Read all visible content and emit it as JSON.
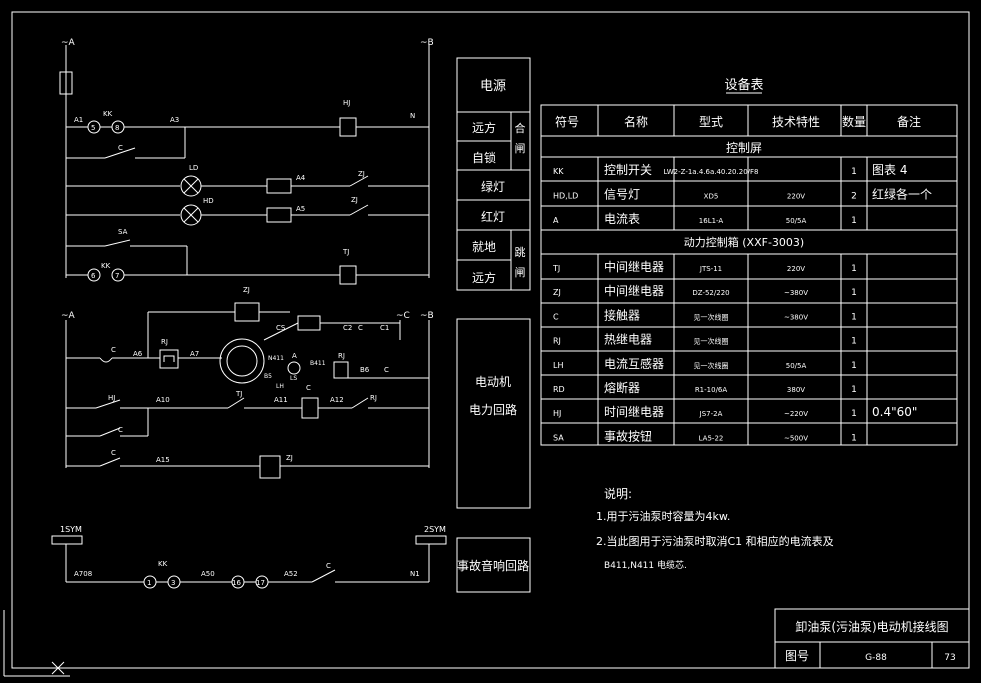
{
  "supply": {
    "left": "~A",
    "right": "~B",
    "left2": "~A",
    "right2": "~C",
    "right3": "~B",
    "bus_left": "1SYM",
    "bus_right": "2SYM"
  },
  "labels": {
    "kk": "KK",
    "a1": "A1",
    "a3": "A3",
    "hj": "HJ",
    "n": "N",
    "c1": "C",
    "ld": "LD",
    "hd": "HD",
    "a4": "A4",
    "a5": "A5",
    "zj1": "ZJ",
    "zj2": "ZJ",
    "sa": "SA",
    "kk2": "KK",
    "tj": "TJ",
    "zj_coil": "ZJ",
    "c_top": "C",
    "c_main": "C",
    "a6": "A6",
    "rj": "RJ",
    "a7": "A7",
    "cs": "CS",
    "n411": "N411",
    "b411": "B411",
    "a_amp": "A",
    "rj2": "RJ",
    "c2": "C2",
    "c3": "C",
    "c4": "C1",
    "b5": "B5",
    "c5": "C",
    "b6": "B6",
    "ls": "LS",
    "lh": "LH",
    "c6": "C",
    "a11": "A11",
    "a12": "A12",
    "rj3": "RJ",
    "tj2": "TJ",
    "hj2": "HJ",
    "a10": "A10",
    "c7": "C",
    "c8": "C",
    "a15": "A15",
    "zj3": "ZJ",
    "a708": "A708",
    "kk3": "KK",
    "a50": "A50",
    "a52": "A52",
    "c9": "C",
    "n1": "N1"
  },
  "terminals": [
    "5",
    "8",
    "6",
    "7",
    "1",
    "3",
    "16",
    "17"
  ],
  "side_panel": {
    "power": "电源",
    "remote": "远方",
    "self_lock": "自锁",
    "close": "合闸",
    "green": "绿灯",
    "red": "红灯",
    "local": "就地",
    "remote2": "远方",
    "trip": "跳闸",
    "motor": "电动机",
    "power_circuit": "电力回路",
    "alarm": "事故音响回路"
  },
  "equipment_table": {
    "title": "设备表",
    "headers": [
      "符号",
      "名称",
      "型式",
      "技术特性",
      "数量",
      "备注"
    ],
    "section1": "控制屏",
    "rows1": [
      [
        "KK",
        "控制开关",
        "LW2-Z-1a.4.6a.40.20.20/F8",
        "",
        "1",
        "图表 4"
      ],
      [
        "HD,LD",
        "信号灯",
        "XD5",
        "220V",
        "2",
        "红绿各一个"
      ],
      [
        "A",
        "电流表",
        "16L1-A",
        "50/5A",
        "1",
        ""
      ]
    ],
    "section2": "动力控制箱 (XXF-3003)",
    "rows2": [
      [
        "TJ",
        "中间继电器",
        "JTS-11",
        "220V",
        "1",
        ""
      ],
      [
        "ZJ",
        "中间继电器",
        "DZ-52/220",
        "~380V",
        "1",
        ""
      ],
      [
        "C",
        "接触器",
        "见一次线圈",
        "~380V",
        "1",
        ""
      ],
      [
        "RJ",
        "热继电器",
        "见一次线圈",
        "",
        "1",
        ""
      ],
      [
        "LH",
        "电流互感器",
        "见一次线圈",
        "50/5A",
        "1",
        ""
      ],
      [
        "RD",
        "熔断器",
        "R1-10/6A",
        "380V",
        "1",
        ""
      ],
      [
        "HJ",
        "时间继电器",
        "JS7-2A",
        "~220V",
        "1",
        "0.4\"60\""
      ],
      [
        "SA",
        "事故按钮",
        "LA5-22",
        "~500V",
        "1",
        ""
      ]
    ]
  },
  "notes": {
    "title": "说明:",
    "line1": "1.用于污油泵时容量为4kw.",
    "line2": "2.当此图用于污油泵时取消C1 和相应的电流表及",
    "line3": "B411,N411  电缆芯."
  },
  "title_block": {
    "title": "卸油泵(污油泵)电动机接线图",
    "drawing_no_label": "图号",
    "drawing_no": "G-88",
    "page": "73"
  }
}
